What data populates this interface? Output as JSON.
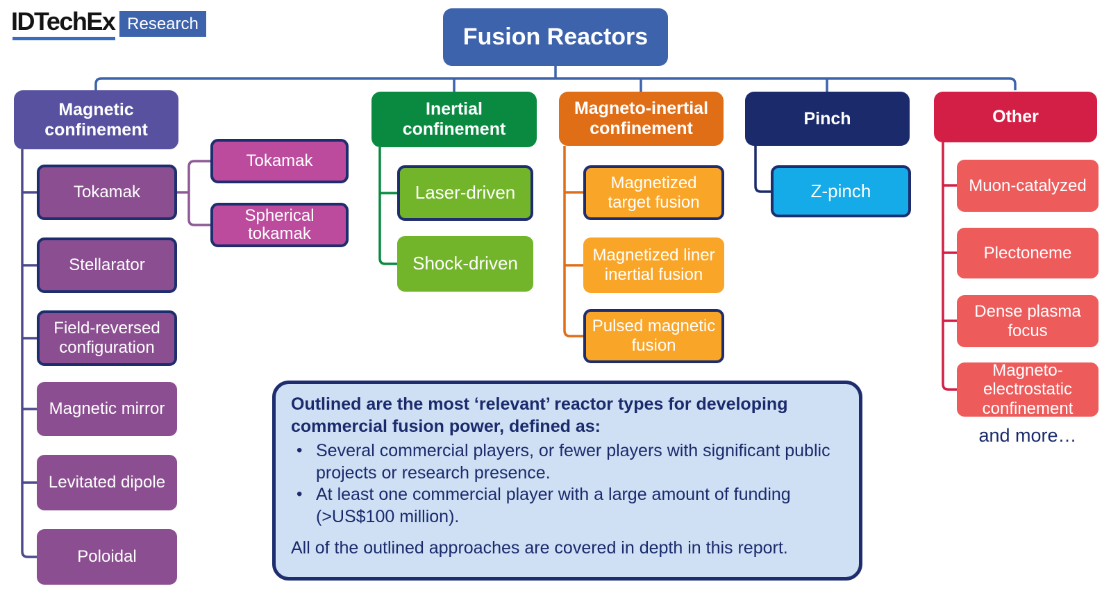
{
  "logo": {
    "brand": "IDTechEx",
    "badge": "Research"
  },
  "title": "Fusion Reactors",
  "tree": {
    "branches": [
      {
        "label": "Magnetic confinement",
        "children": [
          {
            "label": "Tokamak",
            "outlined": true
          },
          {
            "label": "Stellarator",
            "outlined": true
          },
          {
            "label": "Field-reversed configuration",
            "outlined": true
          },
          {
            "label": "Magnetic mirror",
            "outlined": false
          },
          {
            "label": "Levitated dipole",
            "outlined": false
          },
          {
            "label": "Poloidal",
            "outlined": false
          }
        ],
        "subchildren": [
          {
            "label": "Tokamak",
            "outlined": true
          },
          {
            "label": "Spherical tokamak",
            "outlined": true
          }
        ]
      },
      {
        "label": "Inertial confinement",
        "children": [
          {
            "label": "Laser-driven",
            "outlined": true
          },
          {
            "label": "Shock-driven",
            "outlined": false
          }
        ]
      },
      {
        "label": "Magneto-inertial confinement",
        "children": [
          {
            "label": "Magnetized target fusion",
            "outlined": true
          },
          {
            "label": "Magnetized liner inertial fusion",
            "outlined": false
          },
          {
            "label": "Pulsed magnetic fusion",
            "outlined": true
          }
        ]
      },
      {
        "label": "Pinch",
        "children": [
          {
            "label": "Z-pinch",
            "outlined": true
          }
        ]
      },
      {
        "label": "Other",
        "children": [
          {
            "label": "Muon-catalyzed",
            "outlined": false
          },
          {
            "label": "Plectoneme",
            "outlined": false
          },
          {
            "label": "Dense plasma focus",
            "outlined": false
          },
          {
            "label": "Magneto-electrostatic confinement",
            "outlined": false
          }
        ],
        "footnote": "and more…"
      }
    ]
  },
  "callout": {
    "heading": "Outlined are the most ‘relevant’ reactor types for developing commercial fusion power, defined as:",
    "bullets": [
      "Several commercial players, or fewer players with significant public projects or research presence.",
      "At least one commercial player with a large amount of funding (>US$100 million)."
    ],
    "footer": "All of the outlined approaches are covered in depth in this report."
  },
  "colors": {
    "title_bg": "#3d63ac",
    "logo_underline": "#3a6bbf",
    "magnetic_header": "#57519f",
    "magnetic_child": "#8b4f91",
    "magnetic_sub": "#bc4b9e",
    "magnetic_connector": "#4c4a8c",
    "sub_connector": "#8e5a96",
    "inertial_header": "#0a8a41",
    "inertial_child": "#72b52a",
    "mic_header": "#e06e17",
    "mic_child": "#f9a528",
    "pinch_header": "#1a2a6b",
    "pinch_child": "#14abe8",
    "other_header": "#d31f45",
    "other_child": "#ed5b5b",
    "outline_navy": "#1e2d6e",
    "callout_bg": "#cfe0f5",
    "text_navy": "#1a2a6b"
  }
}
